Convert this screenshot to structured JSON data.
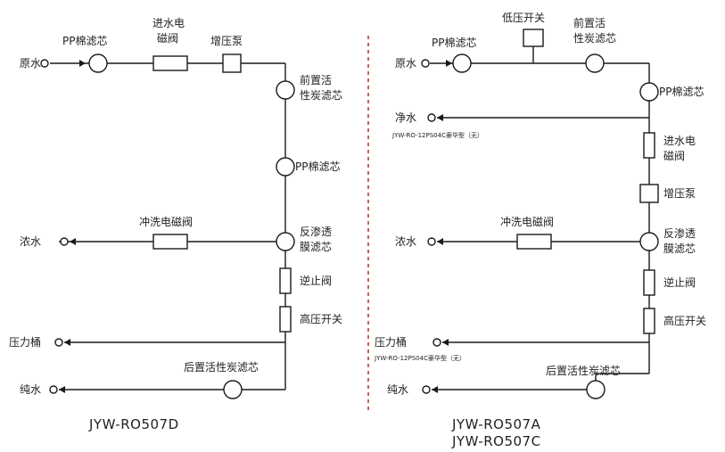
{
  "left": {
    "raw_water": "原水",
    "pp_filter_top": "PP棉滤芯",
    "inlet_valve": [
      "进水电",
      "磁阀"
    ],
    "booster_pump": "增压泵",
    "pre_carbon": [
      "前置活",
      "性炭滤芯"
    ],
    "pp_filter": "PP棉滤芯",
    "flush_valve": "冲洗电磁阀",
    "concentrate": "浓水",
    "ro_membrane": [
      "反渗透",
      "膜滤芯"
    ],
    "check_valve": "逆止阀",
    "hp_switch": "高压开关",
    "pressure_tank": "压力桶",
    "post_carbon": "后置活性炭滤芯",
    "pure_water": "纯水",
    "model": "JYW-RO507D"
  },
  "right": {
    "low_pressure_switch": "低压开关",
    "pp_filter_top": "PP棉滤芯",
    "pre_carbon": [
      "前置活",
      "性炭滤芯"
    ],
    "raw_water": "原水",
    "pp_filter": "PP棉滤芯",
    "clean_water": "净水",
    "clean_water_note": "JYW-RO-12PS04C豪华型（无）",
    "inlet_valve": [
      "进水电",
      "磁阀"
    ],
    "booster_pump": "增压泵",
    "flush_valve": "冲洗电磁阀",
    "concentrate": "浓水",
    "ro_membrane": [
      "反渗透",
      "膜滤芯"
    ],
    "check_valve": "逆止阀",
    "hp_switch": "高压开关",
    "pressure_tank": "压力桶",
    "pressure_tank_note": "JYW-RO-12PS04C豪华型（无）",
    "post_carbon": "后置活性炭滤芯",
    "pure_water": "纯水",
    "model_a": "JYW-RO507A",
    "model_c": "JYW-RO507C"
  },
  "colors": {
    "divider": "#c0392b",
    "line": "#1a1a1a"
  }
}
